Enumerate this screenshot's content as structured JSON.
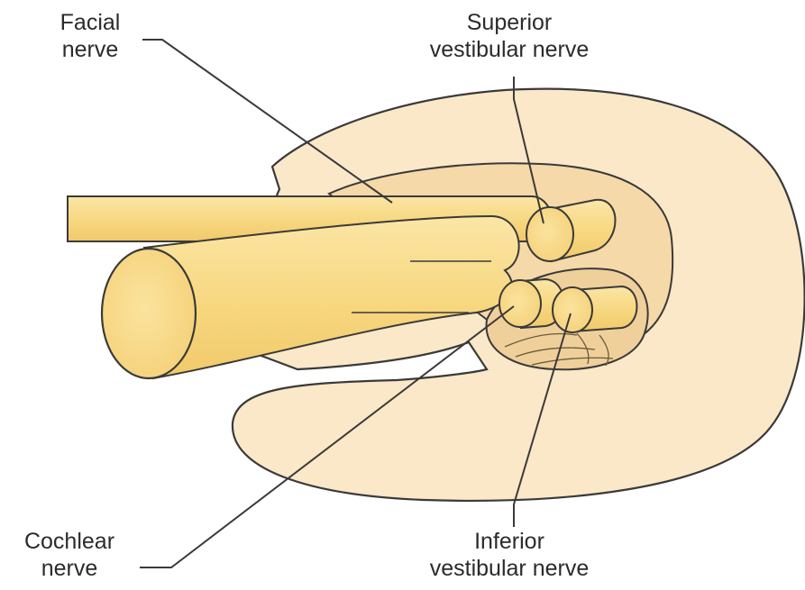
{
  "labels": {
    "facial": {
      "line1": "Facial",
      "line2": "nerve"
    },
    "superior": {
      "line1": "Superior",
      "line2": "vestibular nerve"
    },
    "cochlear": {
      "line1": "Cochlear",
      "line2": "nerve"
    },
    "inferior": {
      "line1": "Inferior",
      "line2": "vestibular nerve"
    }
  },
  "colors": {
    "canal_wall": "#fbe8c8",
    "canal_recess": "#f5d9a8",
    "canal_inner": "#efd09b",
    "nerve_fill": "#f7d77f",
    "nerve_light": "#fbe39e",
    "outline": "#3a3a3a"
  }
}
